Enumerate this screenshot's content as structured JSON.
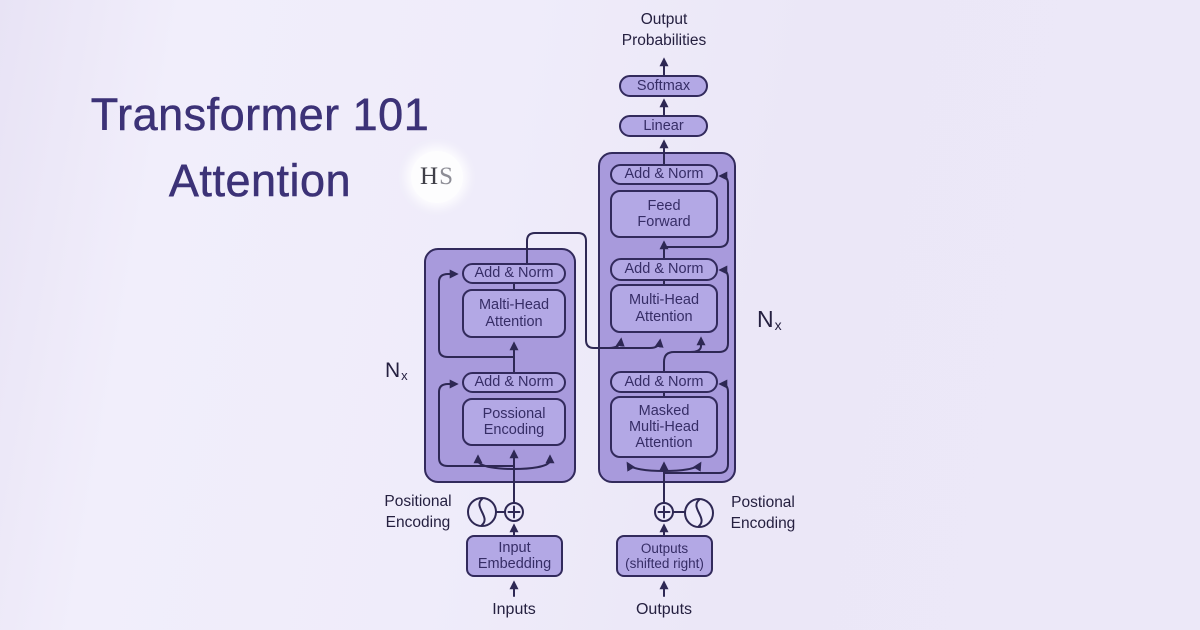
{
  "title": {
    "line1": "Transformer 101",
    "line2": "Attention"
  },
  "logo": {
    "h": "H",
    "s": "S"
  },
  "colors": {
    "background": "#ece8f8",
    "title_text": "#3c3277",
    "container_fill": "#a89adc",
    "box_fill": "#b3a8e5",
    "line": "#2e2854",
    "box_text": "#362d66",
    "label_text": "#252040",
    "logo_bg": "#fdfdfe"
  },
  "diagram": {
    "output_probabilities": "Output Probabilities",
    "softmax": "Softmax",
    "linear": "Linear",
    "decoder": {
      "add_norm_top": "Add & Norm",
      "feed_forward": "Feed Forward",
      "add_norm_mid": "Add & Norm",
      "multi_head_attention": "Multi-Head Attention",
      "add_norm_bottom": "Add & Norm",
      "masked_multi_head_attention": "Masked Multi-Head Attention",
      "n": "N",
      "n_sub": "x"
    },
    "encoder": {
      "add_norm_top": "Add & Norm",
      "malti_head_attention": "Malti-Head Attention",
      "add_norm_bottom": "Add & Norm",
      "possional_encoding": "Possional Encoding",
      "n": "N",
      "n_sub": "x"
    },
    "positional_encoding_left": "Positional Encoding",
    "positional_encoding_right": "Postional Encoding",
    "input_embedding": "Input Embedding",
    "outputs_shifted_right": "Outputs (shifted right)",
    "inputs": "Inputs",
    "outputs": "Outputs"
  }
}
